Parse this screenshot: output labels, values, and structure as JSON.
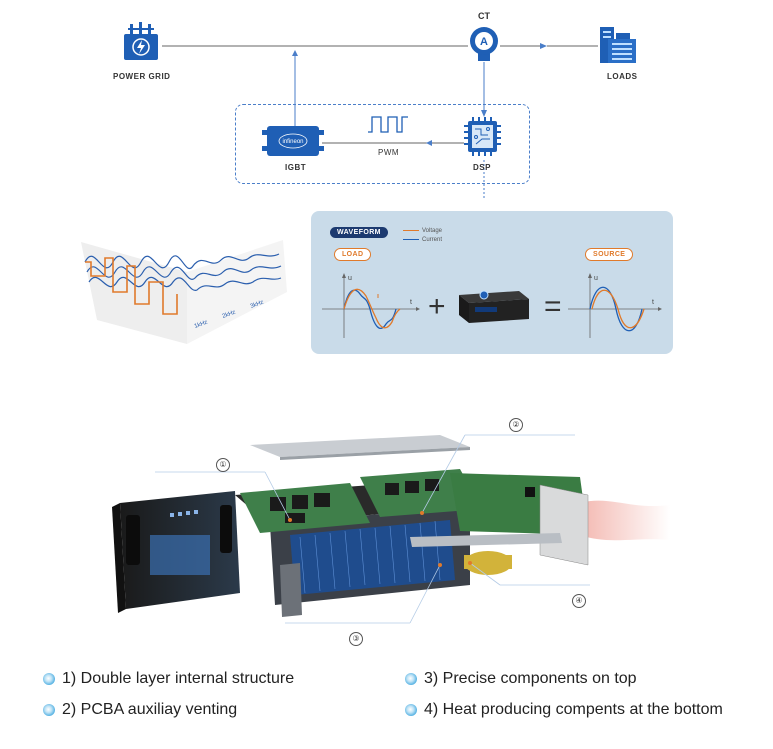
{
  "topology": {
    "power_grid_label": "POWER GRID",
    "ct_label": "CT",
    "ct_symbol": "A",
    "loads_label": "LOADS",
    "igbt_label": "IGBT",
    "igbt_chip_text": "infineon",
    "pwm_label": "PWM",
    "dsp_label": "DSP"
  },
  "waveform_panel": {
    "waveform_tag": "WAVEFORM",
    "load_tag": "LOAD",
    "source_tag": "SOURCE",
    "legend": [
      {
        "name": "Voltage",
        "color": "#e07a2b"
      },
      {
        "name": "Current",
        "color": "#1f5fb5"
      }
    ],
    "axis_u": "u",
    "axis_t": "t",
    "plus": "+",
    "equals": "="
  },
  "spectrum_labels": [
    "1kHz",
    "2kHz",
    "3kHz"
  ],
  "callouts": [
    "①",
    "②",
    "③",
    "④"
  ],
  "features": [
    {
      "text": "1) Double layer internal structure"
    },
    {
      "text": "2) PCBA auxiliay venting"
    },
    {
      "text": "3) Precise components on top"
    },
    {
      "text": "4) Heat producing compents at the bottom"
    }
  ],
  "colors": {
    "line_blue": "#4a7ec9",
    "brand_blue": "#1f5fb5",
    "orange": "#e07a2b",
    "panel": "#c9dbe9"
  }
}
